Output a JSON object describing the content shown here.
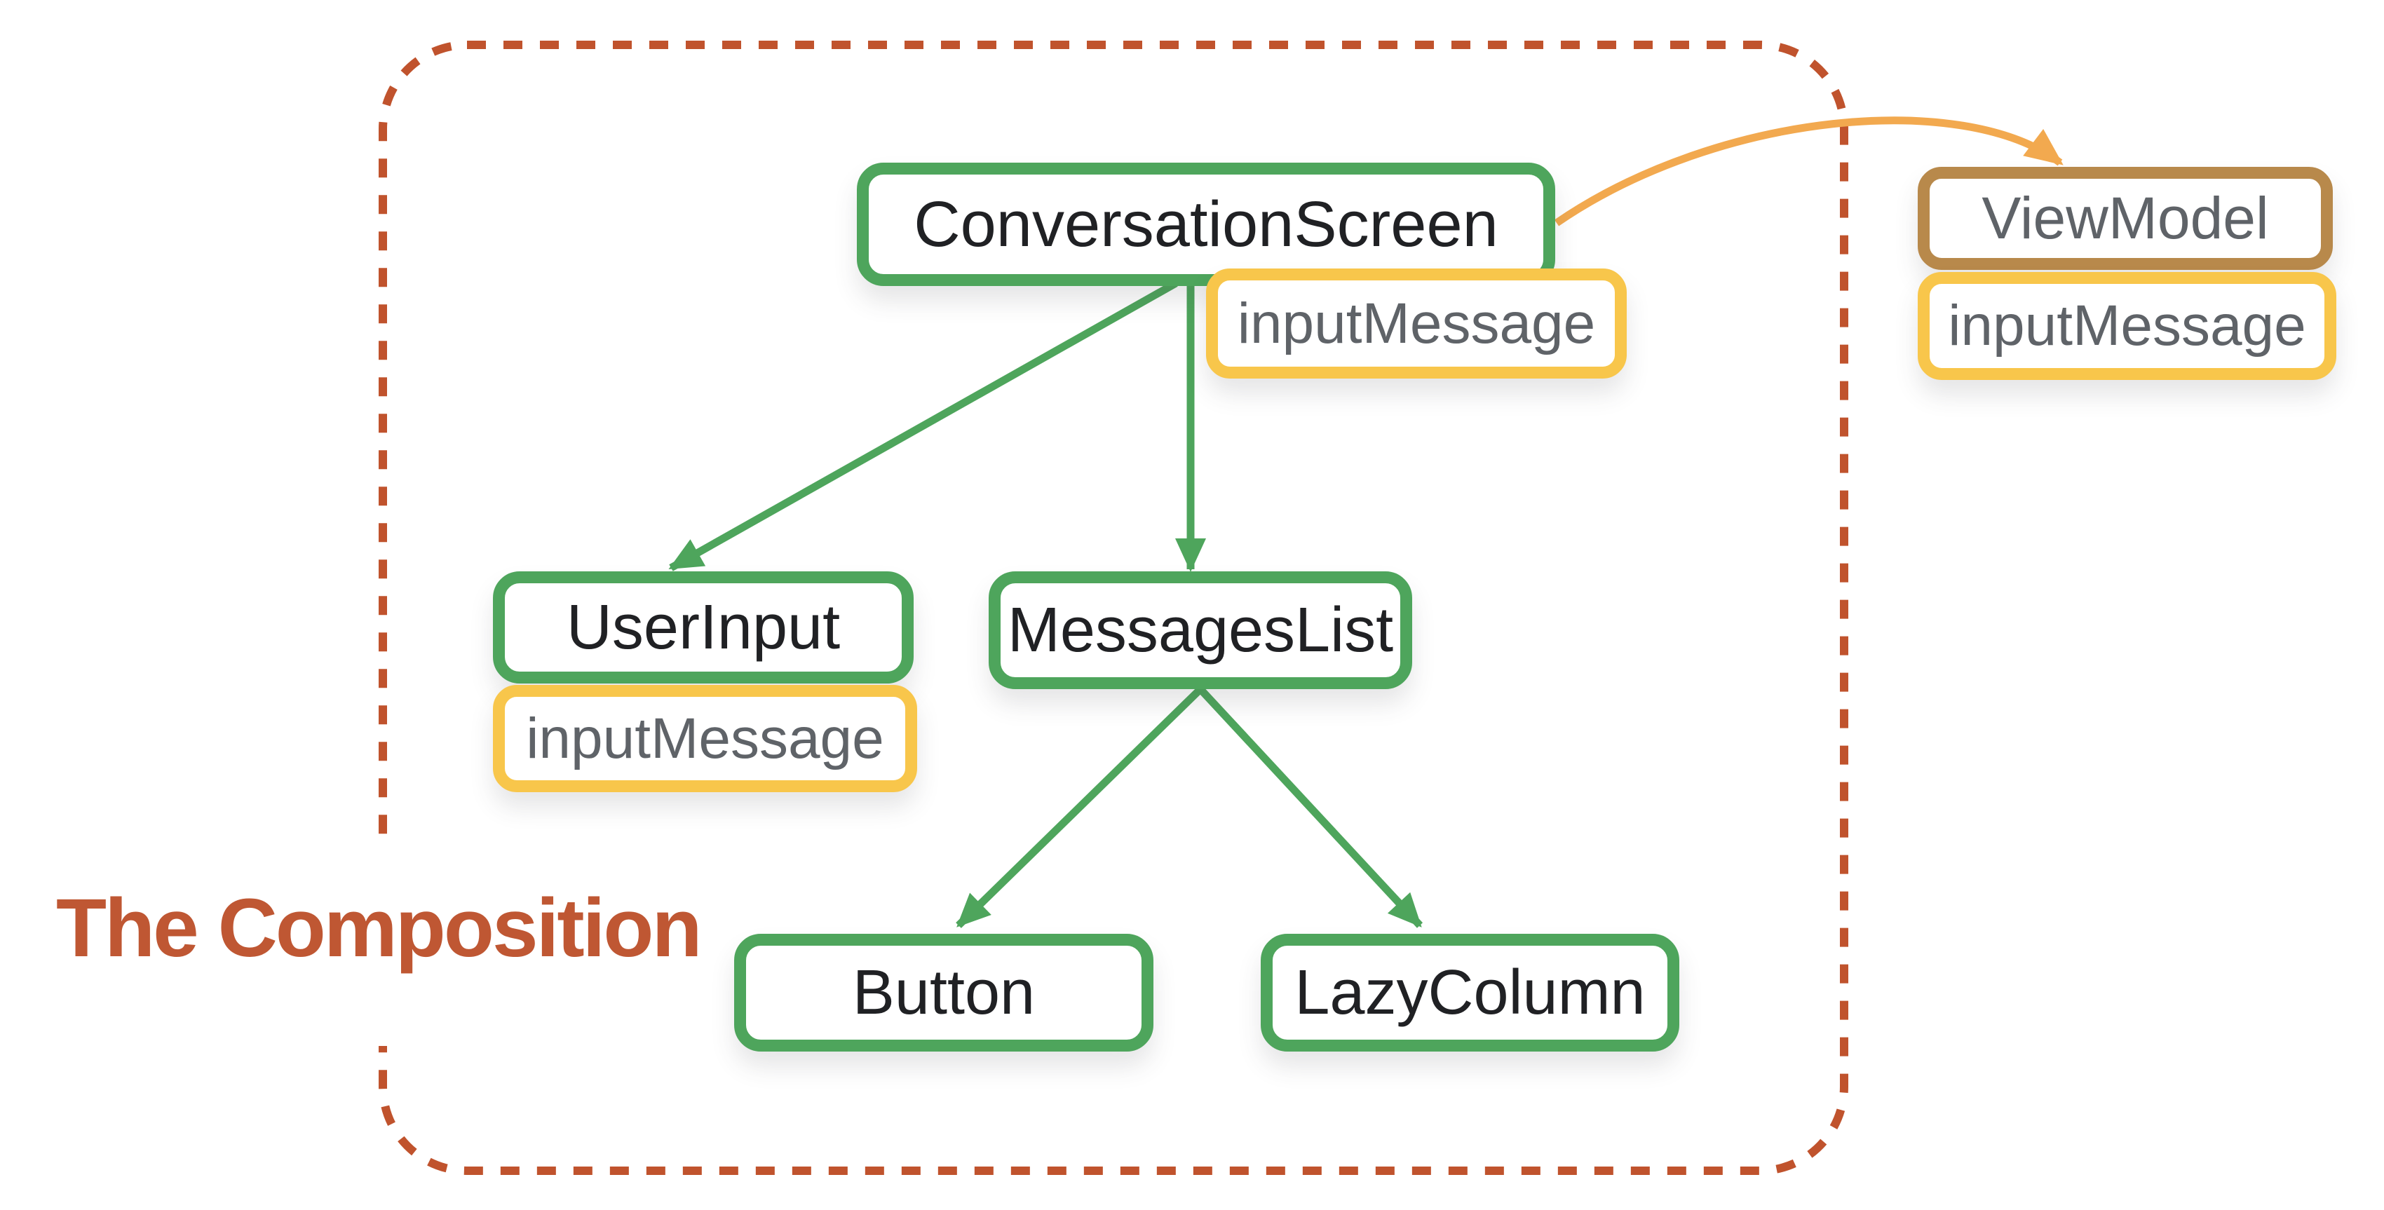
{
  "title": {
    "label": "The Composition"
  },
  "colors": {
    "green": "#4EA55C",
    "yellow": "#F8C64B",
    "brown": "#B8894B",
    "orange": "#F2A94F",
    "dash": "#C0532D",
    "titlec": "#BF5733",
    "gray": "#5F6368",
    "black": "#202124",
    "bg": "#FFFFFF"
  },
  "nodes": {
    "conversation_screen": {
      "label": "ConversationScreen",
      "type": "composable"
    },
    "conversation_screen_state": {
      "label": "inputMessage",
      "type": "state"
    },
    "user_input": {
      "label": "UserInput",
      "type": "composable"
    },
    "user_input_state": {
      "label": "inputMessage",
      "type": "state"
    },
    "messages_list": {
      "label": "MessagesList",
      "type": "composable"
    },
    "button": {
      "label": "Button",
      "type": "composable"
    },
    "lazy_column": {
      "label": "LazyColumn",
      "type": "composable"
    },
    "view_model": {
      "label": "ViewModel",
      "type": "external"
    },
    "view_model_state": {
      "label": "inputMessage",
      "type": "state"
    }
  },
  "edges": [
    {
      "from": "ConversationScreen",
      "to": "UserInput",
      "style": "green-arrow"
    },
    {
      "from": "ConversationScreen",
      "to": "MessagesList",
      "style": "green-arrow"
    },
    {
      "from": "MessagesList",
      "to": "Button",
      "style": "green-arrow"
    },
    {
      "from": "MessagesList",
      "to": "LazyColumn",
      "style": "green-arrow"
    },
    {
      "from": "ConversationScreen",
      "to": "ViewModel",
      "style": "orange-curved-arrow"
    }
  ]
}
